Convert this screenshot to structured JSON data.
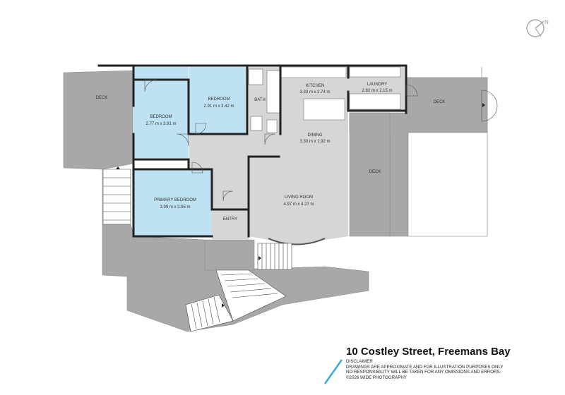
{
  "title": "10 Costley Street, Freemans Bay",
  "disclaimer": {
    "heading": "DISCLAIMER",
    "line1": "DRAWINGS ARE APPROXIMATE AND FOR ILLUSTRATION PURPOSES ONLY",
    "line2": "NO RESPONSIBILITY WILL BE TAKEN FOR ANY OMISSIONS AND ERRORS.",
    "line3": "©2026 WIDE PHOTOGRAPHY"
  },
  "rooms": {
    "deck_left": "DECK",
    "bedroom": {
      "name": "BEDROOM",
      "dims": "2.77 m x 3.91 m"
    },
    "bedroom2": {
      "name": "BEDROOM",
      "dims": "2.91 m x 3.42 m"
    },
    "bath": "BATH",
    "kitchen": {
      "name": "KITCHEN",
      "dims": "3.30 m x 2.74 m"
    },
    "laundry": {
      "name": "LAUNDRY",
      "dims": "2.82 m x 2.15 m"
    },
    "deck_right": "DECK",
    "dining": {
      "name": "DINING",
      "dims": "3.30 m x 1.92 m"
    },
    "deck_mid": "DECK",
    "primary": {
      "name": "PRIMARY BEDROOM",
      "dims": "3.99 m x 3.95 m"
    },
    "living": {
      "name": "LIVING ROOM",
      "dims": "4.97 m x 4.27 m"
    },
    "entry": "ENTRY"
  },
  "colors": {
    "deck": "#a8a8a8",
    "interior": "#d6d6d6",
    "bedroom": "#bfe2f2",
    "wall": "#222222",
    "accent": "#3aa8d8"
  },
  "icons": [
    "compass-icon",
    "door-swing-icon",
    "stairs-icon"
  ]
}
